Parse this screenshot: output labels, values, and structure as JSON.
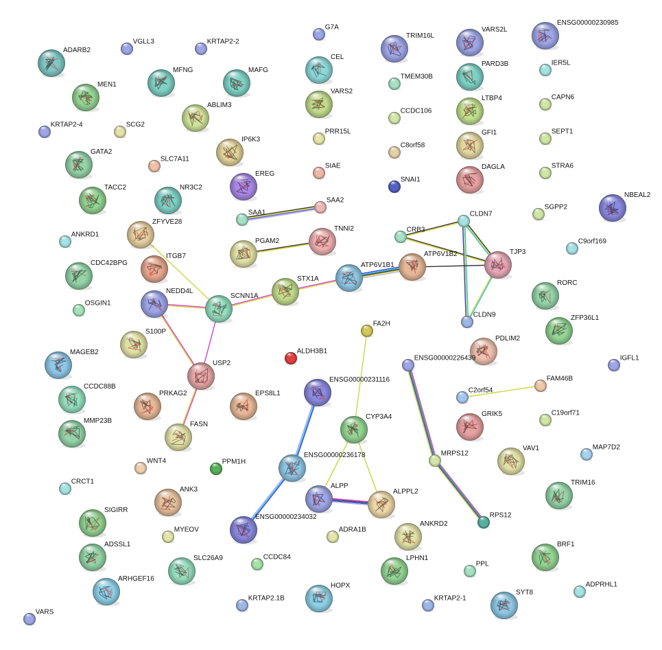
{
  "nodes": [
    {
      "id": "n0",
      "label": "ADARB2",
      "color": "#7fc7c4",
      "structure": true
    },
    {
      "id": "n1",
      "label": "VGLL3",
      "color": "#9ea6e6",
      "structure": false
    },
    {
      "id": "n2",
      "label": "KRTAP2-2",
      "color": "#9ea6e6",
      "structure": false
    },
    {
      "id": "n3",
      "label": "G7A",
      "color": "#9ea6e6",
      "structure": false
    },
    {
      "id": "n4",
      "label": "TRIM16L",
      "color": "#9ea6e6",
      "structure": true
    },
    {
      "id": "n5",
      "label": "VARS2L",
      "color": "#9ea6e6",
      "structure": true
    },
    {
      "id": "n6",
      "label": "ENSG00000230985",
      "color": "#9ea6e6",
      "structure": true
    },
    {
      "id": "n7",
      "label": "MEN1",
      "color": "#94d494",
      "structure": true
    },
    {
      "id": "n8",
      "label": "MFNG",
      "color": "#7fd1c4",
      "structure": true
    },
    {
      "id": "n9",
      "label": "MAFG",
      "color": "#7fd1c4",
      "structure": true
    },
    {
      "id": "n10",
      "label": "CEL",
      "color": "#8ed8d8",
      "structure": true
    },
    {
      "id": "n11",
      "label": "PARD3B",
      "color": "#7fd1c4",
      "structure": true
    },
    {
      "id": "n12",
      "label": "IER5L",
      "color": "#a6e2e2",
      "structure": false
    },
    {
      "id": "n13",
      "label": "TMEM30B",
      "color": "#a6e2c2",
      "structure": false
    },
    {
      "id": "n14",
      "label": "VARS2",
      "color": "#c2dc8c",
      "structure": true
    },
    {
      "id": "n15",
      "label": "LTBP4",
      "color": "#c2e08e",
      "structure": true
    },
    {
      "id": "n16",
      "label": "CAPN6",
      "color": "#cfe6a6",
      "structure": false
    },
    {
      "id": "n17",
      "label": "ABLIM3",
      "color": "#cfe29a",
      "structure": true
    },
    {
      "id": "n18",
      "label": "CCDC106",
      "color": "#d4e6a8",
      "structure": false
    },
    {
      "id": "n19",
      "label": "KRTAP2-4",
      "color": "#9ea6e6",
      "structure": false
    },
    {
      "id": "n20",
      "label": "SCG2",
      "color": "#e2e2a8",
      "structure": false
    },
    {
      "id": "n21",
      "label": "PRR15L",
      "color": "#e6e6a8",
      "structure": false
    },
    {
      "id": "n22",
      "label": "GFI1",
      "color": "#e2d8a0",
      "structure": true
    },
    {
      "id": "n23",
      "label": "SEPT1",
      "color": "#cfe6a6",
      "structure": false
    },
    {
      "id": "n24",
      "label": "IP6K3",
      "color": "#e2d49a",
      "structure": true
    },
    {
      "id": "n25",
      "label": "C8orf58",
      "color": "#e6d2a8",
      "structure": false
    },
    {
      "id": "n26",
      "label": "GATA2",
      "color": "#94d4a8",
      "structure": true
    },
    {
      "id": "n27",
      "label": "SLC7A11",
      "color": "#eec2a8",
      "structure": false
    },
    {
      "id": "n28",
      "label": "SIAE",
      "color": "#eeb8a8",
      "structure": false
    },
    {
      "id": "n29",
      "label": "DAGLA",
      "color": "#e6a2a2",
      "structure": true
    },
    {
      "id": "n30",
      "label": "STRA6",
      "color": "#cfe6a6",
      "structure": false
    },
    {
      "id": "n31",
      "label": "EREG",
      "color": "#a88ae6",
      "structure": true
    },
    {
      "id": "n32",
      "label": "SNAI1",
      "color": "#5560c2",
      "structure": false
    },
    {
      "id": "n33",
      "label": "TACC2",
      "color": "#94d494",
      "structure": true
    },
    {
      "id": "n34",
      "label": "NR3C2",
      "color": "#7fd1c4",
      "structure": true
    },
    {
      "id": "n35",
      "label": "SAA2",
      "color": "#eeb8b8",
      "structure": false
    },
    {
      "id": "n36",
      "label": "NBEAL2",
      "color": "#8a8ae0",
      "structure": true
    },
    {
      "id": "n37",
      "label": "SAA1",
      "color": "#a6e2c8",
      "structure": false
    },
    {
      "id": "n38",
      "label": "SGPP2",
      "color": "#cfe6a6",
      "structure": false
    },
    {
      "id": "n39",
      "label": "ZFYVE28",
      "color": "#e6d0a0",
      "structure": true
    },
    {
      "id": "n40",
      "label": "CLDN7",
      "color": "#a6e2e2",
      "structure": false
    },
    {
      "id": "n41",
      "label": "ANKRD1",
      "color": "#a6e2e2",
      "structure": false
    },
    {
      "id": "n42",
      "label": "CRB3",
      "color": "#a6e2c8",
      "structure": false
    },
    {
      "id": "n43",
      "label": "TNNI2",
      "color": "#eeb0b0",
      "structure": true
    },
    {
      "id": "n44",
      "label": "PGAM2",
      "color": "#e2e2a8",
      "structure": true
    },
    {
      "id": "n45",
      "label": "C9orf169",
      "color": "#a6e2e2",
      "structure": false
    },
    {
      "id": "n46",
      "label": "ITGB7",
      "color": "#e6a890",
      "structure": true
    },
    {
      "id": "n47",
      "label": "ATP6V1B2",
      "color": "#e6b898",
      "structure": true
    },
    {
      "id": "n48",
      "label": "TJP3",
      "color": "#e6a8b8",
      "structure": true
    },
    {
      "id": "n49",
      "label": "CDC42BPG",
      "color": "#94d4a8",
      "structure": true
    },
    {
      "id": "n50",
      "label": "ATP6V1B1",
      "color": "#8ec8e6",
      "structure": true
    },
    {
      "id": "n51",
      "label": "STX1A",
      "color": "#c2dc8c",
      "structure": true
    },
    {
      "id": "n52",
      "label": "RORC",
      "color": "#94d4a8",
      "structure": true
    },
    {
      "id": "n53",
      "label": "NEDD4L",
      "color": "#9ea6e6",
      "structure": true
    },
    {
      "id": "n54",
      "label": "SCNN1A",
      "color": "#94e0c0",
      "structure": true
    },
    {
      "id": "n55",
      "label": "OSGIN1",
      "color": "#a6e2b8",
      "structure": false
    },
    {
      "id": "n56",
      "label": "CLDN9",
      "color": "#9eb6e6",
      "structure": false
    },
    {
      "id": "n57",
      "label": "ZFP36L1",
      "color": "#94d494",
      "structure": true
    },
    {
      "id": "n58",
      "label": "FA2H",
      "color": "#d4c85a",
      "structure": false
    },
    {
      "id": "n59",
      "label": "S100P",
      "color": "#e2e2a8",
      "structure": true
    },
    {
      "id": "n60",
      "label": "PDLIM2",
      "color": "#eec2b0",
      "structure": true
    },
    {
      "id": "n61",
      "label": "MAGEB2",
      "color": "#8ec8e6",
      "structure": true
    },
    {
      "id": "n62",
      "label": "ALDH3B1",
      "color": "#e04040",
      "structure": false
    },
    {
      "id": "n63",
      "label": "IGFL1",
      "color": "#9ea6e6",
      "structure": false
    },
    {
      "id": "n64",
      "label": "ENSG00000226439",
      "color": "#9ea6e6",
      "structure": false
    },
    {
      "id": "n65",
      "label": "USP2",
      "color": "#e6a8a8",
      "structure": true
    },
    {
      "id": "n66",
      "label": "CCDC88B",
      "color": "#94e0c0",
      "structure": true
    },
    {
      "id": "n67",
      "label": "ENSG00000231116",
      "color": "#8a8ae0",
      "structure": true
    },
    {
      "id": "n68",
      "label": "C2orf54",
      "color": "#a6c8ee",
      "structure": false
    },
    {
      "id": "n69",
      "label": "FAM46B",
      "color": "#eec8a8",
      "structure": false
    },
    {
      "id": "n70",
      "label": "PRKAG2",
      "color": "#e6b898",
      "structure": true
    },
    {
      "id": "n71",
      "label": "EPS8L1",
      "color": "#e6b898",
      "structure": true
    },
    {
      "id": "n72",
      "label": "GRIK5",
      "color": "#e6a2a2",
      "structure": true
    },
    {
      "id": "n73",
      "label": "C19orf71",
      "color": "#cfe6a6",
      "structure": false
    },
    {
      "id": "n74",
      "label": "MMP23B",
      "color": "#94d4a8",
      "structure": true
    },
    {
      "id": "n75",
      "label": "CYP3A4",
      "color": "#94d494",
      "structure": true
    },
    {
      "id": "n76",
      "label": "FASN",
      "color": "#e2e2a8",
      "structure": true
    },
    {
      "id": "n77",
      "label": "MAP7D2",
      "color": "#a6d2ee",
      "structure": false
    },
    {
      "id": "n78",
      "label": "ENSG00000236178",
      "color": "#8ec8e6",
      "structure": true
    },
    {
      "id": "n79",
      "label": "MRPS12",
      "color": "#d4e6a8",
      "structure": false
    },
    {
      "id": "n80",
      "label": "VAV1",
      "color": "#e2e2a8",
      "structure": true
    },
    {
      "id": "n81",
      "label": "WNT4",
      "color": "#eed2b0",
      "structure": false
    },
    {
      "id": "n82",
      "label": "PPM1H",
      "color": "#58b058",
      "structure": false
    },
    {
      "id": "n83",
      "label": "CRCT1",
      "color": "#a6e2e2",
      "structure": false
    },
    {
      "id": "n84",
      "label": "TRIM16",
      "color": "#94d4a8",
      "structure": true
    },
    {
      "id": "n85",
      "label": "ANK3",
      "color": "#e6c2a0",
      "structure": true
    },
    {
      "id": "n86",
      "label": "ALPP",
      "color": "#9ea6e6",
      "structure": true
    },
    {
      "id": "n87",
      "label": "ALPPL2",
      "color": "#eed8a8",
      "structure": true
    },
    {
      "id": "n88",
      "label": "SIGIRR",
      "color": "#94d494",
      "structure": true
    },
    {
      "id": "n89",
      "label": "RPS12",
      "color": "#5ab0a0",
      "structure": false
    },
    {
      "id": "n90",
      "label": "ENSG00000234032",
      "color": "#8a8ae0",
      "structure": true
    },
    {
      "id": "n91",
      "label": "MYEOV",
      "color": "#e2e6a8",
      "structure": false
    },
    {
      "id": "n92",
      "label": "ADRA1B",
      "color": "#e2e6a8",
      "structure": false
    },
    {
      "id": "n93",
      "label": "ANKRD2",
      "color": "#e2e2a8",
      "structure": true
    },
    {
      "id": "n94",
      "label": "ADSSL1",
      "color": "#94d4a8",
      "structure": true
    },
    {
      "id": "n95",
      "label": "BRF1",
      "color": "#94d494",
      "structure": true
    },
    {
      "id": "n96",
      "label": "SLC26A9",
      "color": "#94e0c0",
      "structure": true
    },
    {
      "id": "n97",
      "label": "CCDC84",
      "color": "#a6e2a8",
      "structure": false
    },
    {
      "id": "n98",
      "label": "LPHN1",
      "color": "#94d494",
      "structure": true
    },
    {
      "id": "n99",
      "label": "PPL",
      "color": "#a6e2c2",
      "structure": false
    },
    {
      "id": "n100",
      "label": "ARHGEF16",
      "color": "#8ed0e6",
      "structure": true
    },
    {
      "id": "n101",
      "label": "ADPRHL1",
      "color": "#a6e2e2",
      "structure": false
    },
    {
      "id": "n102",
      "label": "HOPX",
      "color": "#8ed0e6",
      "structure": true
    },
    {
      "id": "n103",
      "label": "SYT8",
      "color": "#8ec8e6",
      "structure": true
    },
    {
      "id": "n104",
      "label": "KRTAP2.1B",
      "color": "#9eb6e6",
      "structure": false
    },
    {
      "id": "n105",
      "label": "KRTAP2-1",
      "color": "#9eb6e6",
      "structure": false
    },
    {
      "id": "n106",
      "label": "VARS",
      "color": "#9ea6e6",
      "structure": false
    }
  ],
  "edges": [
    {
      "source": "n37",
      "target": "n35",
      "colors": [
        "#333333",
        "#d6d630",
        "#6060e0",
        "#b0b0f0"
      ]
    },
    {
      "source": "n44",
      "target": "n43",
      "colors": [
        "#333333",
        "#d6d630"
      ]
    },
    {
      "source": "n39",
      "target": "n54",
      "colors": [
        "#c8d840"
      ]
    },
    {
      "source": "n53",
      "target": "n54",
      "colors": [
        "#d040d0",
        "#d6d630"
      ]
    },
    {
      "source": "n54",
      "target": "n51",
      "colors": [
        "#d040d0",
        "#d6d630"
      ]
    },
    {
      "source": "n51",
      "target": "n50",
      "colors": [
        "#d040d0",
        "#d6d630"
      ]
    },
    {
      "source": "n50",
      "target": "n47",
      "colors": [
        "#3040e0",
        "#30c0e0",
        "#333333",
        "#d6d630",
        "#b0b0f0"
      ]
    },
    {
      "source": "n53",
      "target": "n65",
      "colors": [
        "#d040d0",
        "#d6d630"
      ]
    },
    {
      "source": "n54",
      "target": "n65",
      "colors": [
        "#d040d0"
      ]
    },
    {
      "source": "n65",
      "target": "n76",
      "colors": [
        "#d040d0",
        "#d6d630"
      ]
    },
    {
      "source": "n42",
      "target": "n40",
      "colors": [
        "#333333",
        "#d6d630"
      ]
    },
    {
      "source": "n42",
      "target": "n48",
      "colors": [
        "#333333",
        "#d6d630"
      ]
    },
    {
      "source": "n40",
      "target": "n48",
      "colors": [
        "#333333",
        "#d6d630",
        "#30c0e0"
      ]
    },
    {
      "source": "n40",
      "target": "n56",
      "colors": [
        "#30c0e0",
        "#d6d630",
        "#3040e0"
      ]
    },
    {
      "source": "n48",
      "target": "n56",
      "colors": [
        "#30c0e0",
        "#d6d630"
      ]
    },
    {
      "source": "n47",
      "target": "n48",
      "colors": [
        "#333333"
      ]
    },
    {
      "source": "n58",
      "target": "n75",
      "colors": [
        "#c8d840"
      ]
    },
    {
      "source": "n67",
      "target": "n78",
      "colors": [
        "#3040e0",
        "#30c0e0",
        "#b0b0f0"
      ]
    },
    {
      "source": "n78",
      "target": "n90",
      "colors": [
        "#3040e0",
        "#30c0e0",
        "#b0b0f0"
      ]
    },
    {
      "source": "n75",
      "target": "n86",
      "colors": [
        "#c8d840"
      ]
    },
    {
      "source": "n75",
      "target": "n87",
      "colors": [
        "#c8d840"
      ]
    },
    {
      "source": "n86",
      "target": "n87",
      "colors": [
        "#d040d0",
        "#333333",
        "#3040e0",
        "#b0b0f0"
      ]
    },
    {
      "source": "n64",
      "target": "n79",
      "colors": [
        "#d040d0",
        "#30a030",
        "#3040e0",
        "#d6d630"
      ]
    },
    {
      "source": "n79",
      "target": "n89",
      "colors": [
        "#d040d0",
        "#30a030",
        "#3040e0",
        "#d6d630"
      ]
    },
    {
      "source": "n68",
      "target": "n69",
      "colors": [
        "#c8d840"
      ]
    }
  ]
}
